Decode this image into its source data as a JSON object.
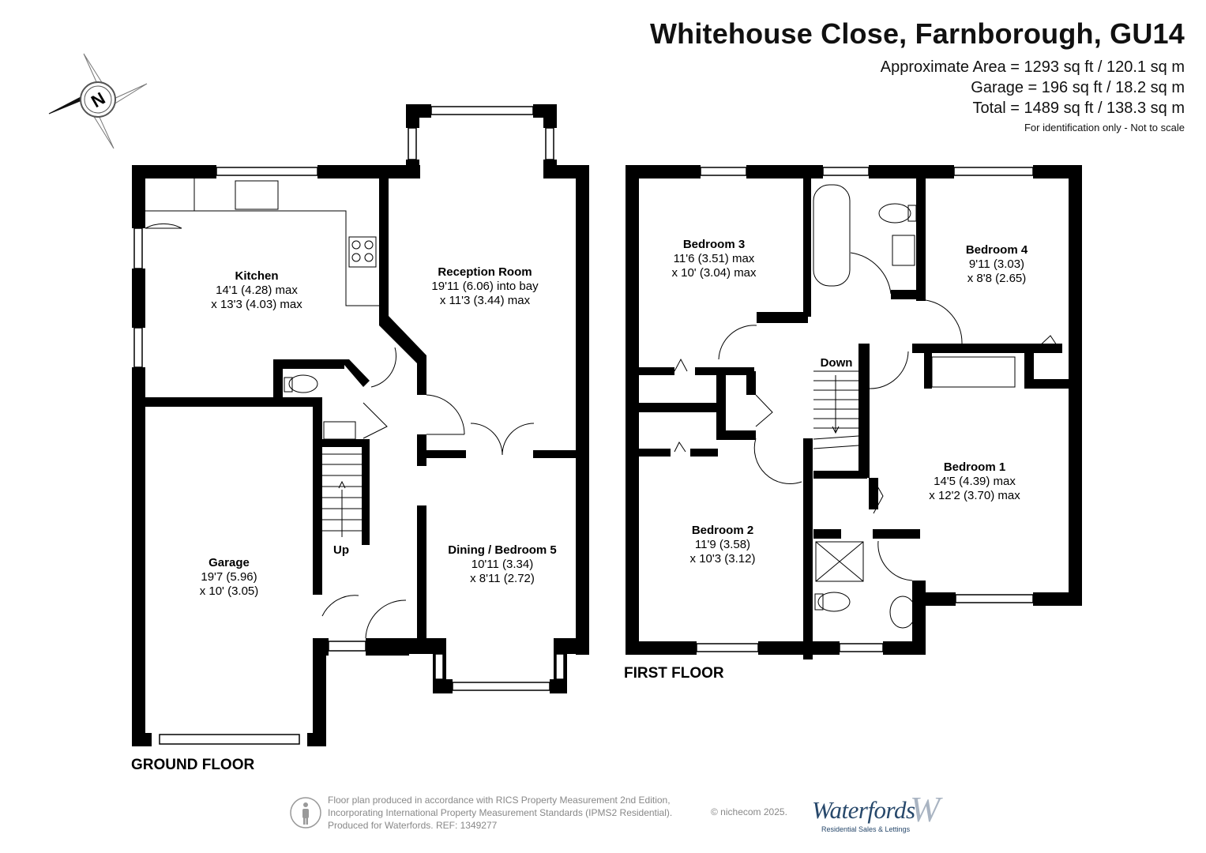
{
  "header": {
    "title": "Whitehouse Close, Farnborough, GU14",
    "area_approx": "Approximate Area = 1293 sq ft / 120.1 sq m",
    "area_garage": "Garage = 196 sq ft / 18.2 sq m",
    "area_total": "Total = 1489 sq ft / 138.3 sq m",
    "note": "For identification only - Not to scale"
  },
  "compass": {
    "letter": "N",
    "icon": "compass-icon"
  },
  "ground_floor": {
    "label": "GROUND FLOOR",
    "stairs_label": "Up",
    "rooms": [
      {
        "name": "Kitchen",
        "dim1": "14'1 (4.28) max",
        "dim2": "x 13'3 (4.03) max"
      },
      {
        "name": "Reception Room",
        "dim1": "19'11 (6.06) into bay",
        "dim2": "x 11'3 (3.44) max"
      },
      {
        "name": "Garage",
        "dim1": "19'7 (5.96)",
        "dim2": "x 10' (3.05)"
      },
      {
        "name": "Dining / Bedroom 5",
        "dim1": "10'11 (3.34)",
        "dim2": "x 8'11 (2.72)"
      }
    ]
  },
  "first_floor": {
    "label": "FIRST FLOOR",
    "stairs_label": "Down",
    "rooms": [
      {
        "name": "Bedroom 3",
        "dim1": "11'6 (3.51) max",
        "dim2": "x 10' (3.04) max"
      },
      {
        "name": "Bedroom 4",
        "dim1": "9'11 (3.03)",
        "dim2": "x 8'8 (2.65)"
      },
      {
        "name": "Bedroom 1",
        "dim1": "14'5 (4.39) max",
        "dim2": "x 12'2 (3.70) max"
      },
      {
        "name": "Bedroom 2",
        "dim1": "11'9 (3.58)",
        "dim2": "x 10'3 (3.12)"
      }
    ]
  },
  "footer": {
    "line1": "Floor plan produced in accordance with RICS Property Measurement 2nd Edition,",
    "line2": "Incorporating International Property Measurement Standards (IPMS2 Residential).",
    "line3": "Produced for Waterfords.   REF: 1349277",
    "copyright": "© nichecom 2025.",
    "icon": "person-icon"
  },
  "logo": {
    "main": "Waterfords",
    "mark": "W",
    "sub": "Residential Sales & Lettings"
  },
  "colors": {
    "wall": "#000000",
    "text": "#111111",
    "footer_text": "#888888",
    "logo": "#27486b"
  }
}
